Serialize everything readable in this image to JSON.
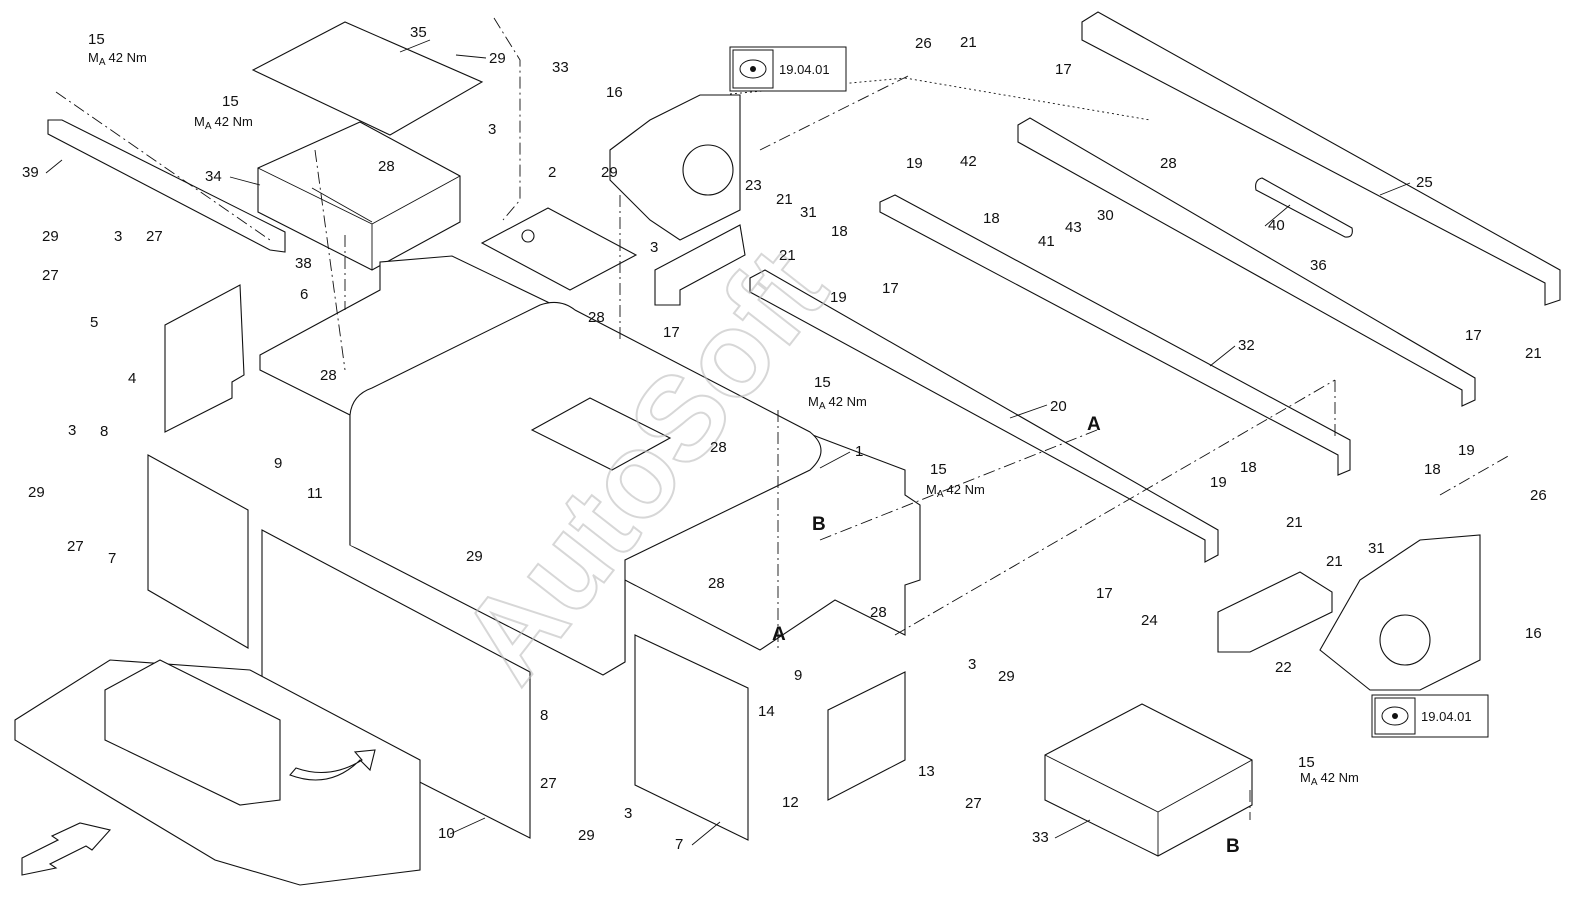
{
  "callouts": [
    {
      "id": "c15a",
      "text": "15"
    },
    {
      "id": "c35",
      "text": "35"
    },
    {
      "id": "c29a",
      "text": "29"
    },
    {
      "id": "c33a",
      "text": "33"
    },
    {
      "id": "c16a",
      "text": "16"
    },
    {
      "id": "c26a",
      "text": "26"
    },
    {
      "id": "c21a",
      "text": "21"
    },
    {
      "id": "c17a",
      "text": "17"
    },
    {
      "id": "c15b",
      "text": "15"
    },
    {
      "id": "c3a",
      "text": "3"
    },
    {
      "id": "c39",
      "text": "39"
    },
    {
      "id": "c34",
      "text": "34"
    },
    {
      "id": "c28a",
      "text": "28"
    },
    {
      "id": "c38",
      "text": "38"
    },
    {
      "id": "c2",
      "text": "2"
    },
    {
      "id": "c29b",
      "text": "29"
    },
    {
      "id": "c3b",
      "text": "3"
    },
    {
      "id": "c23",
      "text": "23"
    },
    {
      "id": "c21b",
      "text": "21"
    },
    {
      "id": "c31a",
      "text": "31"
    },
    {
      "id": "c19a",
      "text": "19"
    },
    {
      "id": "c18a",
      "text": "18"
    },
    {
      "id": "c42",
      "text": "42"
    },
    {
      "id": "c28b",
      "text": "28"
    },
    {
      "id": "c30",
      "text": "30"
    },
    {
      "id": "c43",
      "text": "43"
    },
    {
      "id": "c41",
      "text": "41"
    },
    {
      "id": "c25",
      "text": "25"
    },
    {
      "id": "c40",
      "text": "40"
    },
    {
      "id": "c29c",
      "text": "29"
    },
    {
      "id": "c3c",
      "text": "3"
    },
    {
      "id": "c27a",
      "text": "27"
    },
    {
      "id": "c27b",
      "text": "27"
    },
    {
      "id": "c5",
      "text": "5"
    },
    {
      "id": "c6",
      "text": "6"
    },
    {
      "id": "c4",
      "text": "4"
    },
    {
      "id": "c28c",
      "text": "28"
    },
    {
      "id": "c28d",
      "text": "28"
    },
    {
      "id": "c21c",
      "text": "21"
    },
    {
      "id": "c18b",
      "text": "18"
    },
    {
      "id": "c19b",
      "text": "19"
    },
    {
      "id": "c17b",
      "text": "17"
    },
    {
      "id": "c17c",
      "text": "17"
    },
    {
      "id": "c36",
      "text": "36"
    },
    {
      "id": "c32",
      "text": "32"
    },
    {
      "id": "c15c",
      "text": "15"
    },
    {
      "id": "c20",
      "text": "20"
    },
    {
      "id": "c3d",
      "text": "3"
    },
    {
      "id": "c8a",
      "text": "8"
    },
    {
      "id": "c9a",
      "text": "9"
    },
    {
      "id": "c29d",
      "text": "29"
    },
    {
      "id": "c27c",
      "text": "27"
    },
    {
      "id": "c7a",
      "text": "7"
    },
    {
      "id": "c11",
      "text": "11"
    },
    {
      "id": "c28e",
      "text": "28"
    },
    {
      "id": "c1",
      "text": "1"
    },
    {
      "id": "c15d",
      "text": "15"
    },
    {
      "id": "c29e",
      "text": "29"
    },
    {
      "id": "c28f",
      "text": "28"
    },
    {
      "id": "c28g",
      "text": "28"
    },
    {
      "id": "c17d",
      "text": "17"
    },
    {
      "id": "c21d",
      "text": "21"
    },
    {
      "id": "c19c",
      "text": "19"
    },
    {
      "id": "c18c",
      "text": "18"
    },
    {
      "id": "c26b",
      "text": "26"
    },
    {
      "id": "c19d",
      "text": "19"
    },
    {
      "id": "c18d",
      "text": "18"
    },
    {
      "id": "c21e",
      "text": "21"
    },
    {
      "id": "c21f",
      "text": "21"
    },
    {
      "id": "c31b",
      "text": "31"
    },
    {
      "id": "c17e",
      "text": "17"
    },
    {
      "id": "c24",
      "text": "24"
    },
    {
      "id": "c22",
      "text": "22"
    },
    {
      "id": "c16b",
      "text": "16"
    },
    {
      "id": "c9b",
      "text": "9"
    },
    {
      "id": "c8b",
      "text": "8"
    },
    {
      "id": "c14",
      "text": "14"
    },
    {
      "id": "c3e",
      "text": "3"
    },
    {
      "id": "c29f",
      "text": "29"
    },
    {
      "id": "c27d",
      "text": "27"
    },
    {
      "id": "c29g",
      "text": "29"
    },
    {
      "id": "c3f",
      "text": "3"
    },
    {
      "id": "c13",
      "text": "13"
    },
    {
      "id": "c27e",
      "text": "27"
    },
    {
      "id": "c12",
      "text": "12"
    },
    {
      "id": "c10",
      "text": "10"
    },
    {
      "id": "c7b",
      "text": "7"
    },
    {
      "id": "c33b",
      "text": "33"
    },
    {
      "id": "c15e",
      "text": "15"
    }
  ],
  "torque_label": "M",
  "torque_sub": "A",
  "torque_value": "42 Nm",
  "section_labels": {
    "A1": "A",
    "A2": "A",
    "B1": "B",
    "B2": "B"
  },
  "references": {
    "ref_top": "19.04.01",
    "ref_bottom": "19.04.01"
  },
  "watermark": "AutoSoft"
}
